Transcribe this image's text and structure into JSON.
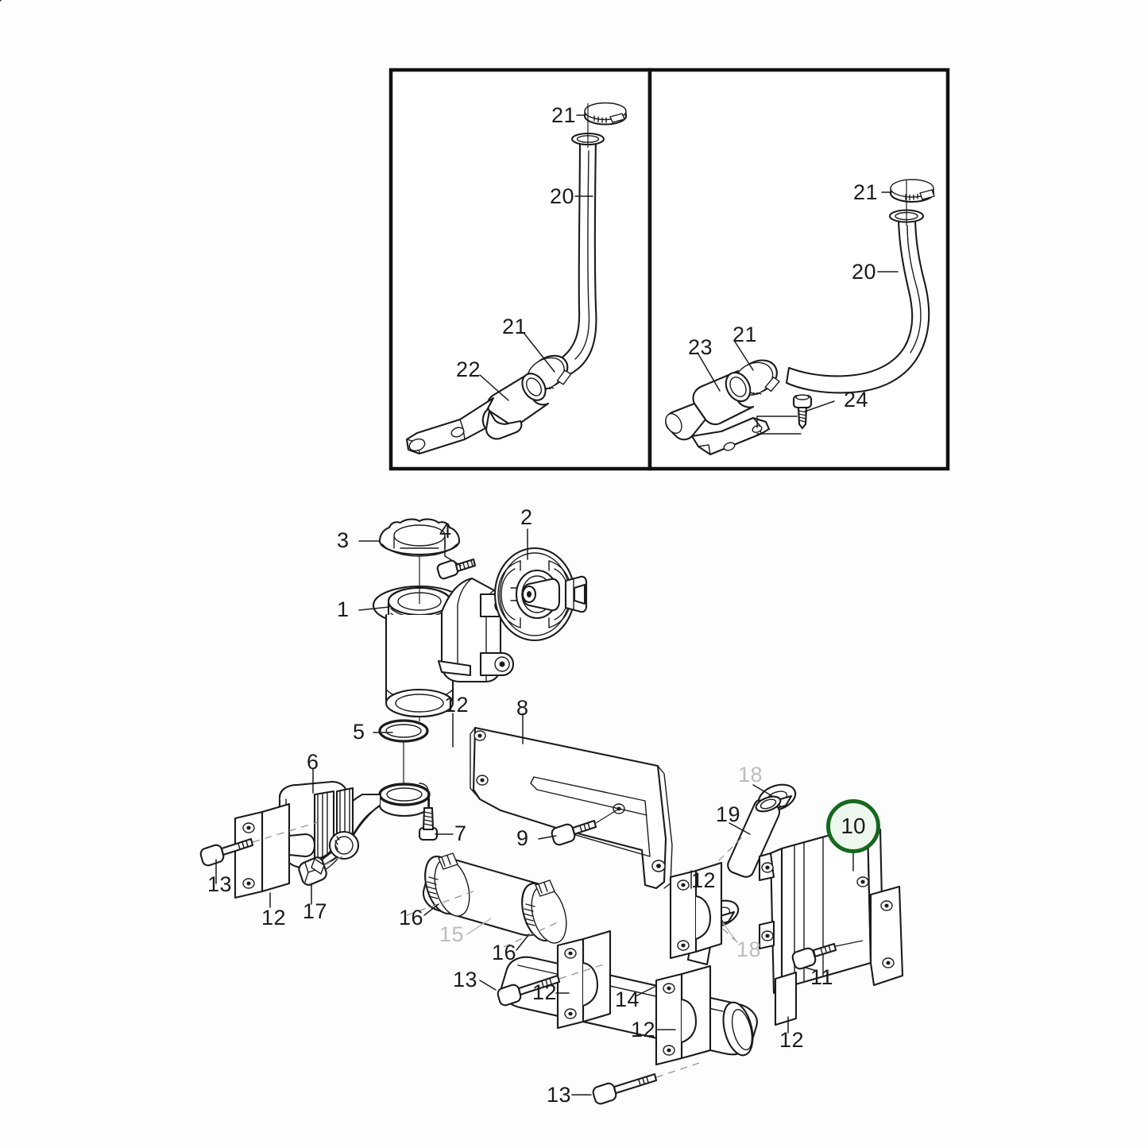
{
  "diagram": {
    "title": "Cooling system exploded parts diagram",
    "background_color": "#fdfdfd",
    "line_color": "#1b1b1b",
    "dim_label_color": "#bdbdbd",
    "highlight": {
      "callout": "10",
      "ring_color": "#16671f",
      "fill_color": "#eef7ee"
    }
  },
  "insets": [
    {
      "name": "left-inset-panel",
      "callouts": [
        {
          "id": "inset-left-21-top",
          "text": "21"
        },
        {
          "id": "inset-left-20",
          "text": "20"
        },
        {
          "id": "inset-left-21-lower",
          "text": "21"
        },
        {
          "id": "inset-left-22",
          "text": "22"
        }
      ]
    },
    {
      "name": "right-inset-panel",
      "callouts": [
        {
          "id": "inset-right-21-top",
          "text": "21"
        },
        {
          "id": "inset-right-20",
          "text": "20"
        },
        {
          "id": "inset-right-23",
          "text": "23"
        },
        {
          "id": "inset-right-21-lower",
          "text": "21"
        },
        {
          "id": "inset-right-24",
          "text": "24"
        }
      ]
    }
  ],
  "callouts": {
    "inset_left_21_top": "21",
    "inset_left_20": "20",
    "inset_left_21_low": "21",
    "inset_left_22": "22",
    "inset_right_21_top": "21",
    "inset_right_20": "20",
    "inset_right_23": "23",
    "inset_right_21_low": "21",
    "inset_right_24": "24",
    "main_3": "3",
    "main_4": "4",
    "main_2": "2",
    "main_1": "1",
    "main_5": "5",
    "main_12a": "12",
    "main_8": "8",
    "main_6": "6",
    "main_13a": "13",
    "main_12b": "12",
    "main_17": "17",
    "main_7": "7",
    "main_9": "9",
    "main_16a": "16",
    "main_15": "15",
    "main_16b": "16",
    "main_13b": "13",
    "main_12c": "12",
    "main_14": "14",
    "main_12d": "12",
    "main_13c": "13",
    "main_18a": "18",
    "main_19": "19",
    "main_12e": "12",
    "main_18b": "18",
    "main_11": "11",
    "main_12f": "12",
    "main_10": "10"
  }
}
